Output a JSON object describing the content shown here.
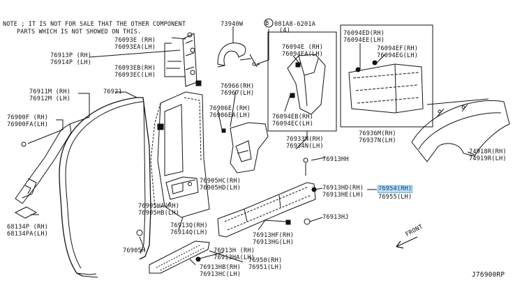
{
  "diagram": {
    "note_line1": "NOTE ; IT IS NOT FOR SALE THAT THE OTHER COMPONENT",
    "note_line2": "PARTS WHICH IS NOT SHOWED ON THIS.",
    "diagram_code": "J76900RP",
    "front_label": "FRONT",
    "bolt_symbol": "B",
    "labels": {
      "p73940W": "73940W",
      "p081A8": "081A8-6201A",
      "p081A8qty": "(4)",
      "p76093E": "76093E  (RH)",
      "p76093EA": "76093EA(LH)",
      "p76913P": "76913P (RH)",
      "p76914P": "76914P (LH)",
      "p76093EB": "76093EB(RH)",
      "p76093EC": "76093EC(LH)",
      "p76911M": "76911M (RH)",
      "p76912M": "76912M (LH)",
      "p76921": "76921",
      "p76900F": "76900F  (RH)",
      "p76900FA": "76900FA(LH)",
      "p76906E": "76906E  (RH)",
      "p76906EA": "76906EA(LH)",
      "p76966": "76966(RH)",
      "p76967": "76967(LH)",
      "p76094E": "76094E  (RH)",
      "p76094EA": "76094EA(LH)",
      "p76094EB": "76094EB(RH)",
      "p76094EC": "76094EC(LH)",
      "p76094ED": "76094ED(RH)",
      "p76094EE": "76094EE(LH)",
      "p76094EF": "76094EF(RH)",
      "p76094EG": "76094EG(LH)",
      "p76936M": "76936M(RH)",
      "p76937N": "76937N(LH)",
      "p76933N": "76933N(RH)",
      "p76934N": "76934N(LH)",
      "p76913HH": "76913HH",
      "p76905HC": "76905HC(RH)",
      "p76905HD": "76905HD(LH)",
      "p76913HD": "76913HD(RH)",
      "p76913HE": "76913HE(LH)",
      "p76954": "76954(RH)",
      "p76955": "76955(LH)",
      "p74918R": "74918R(RH)",
      "p74919R": "74919R(LH)",
      "p76905HA": "76905HA(RH)",
      "p76905HB": "76905HB(LH)",
      "p68134P": "68134P  (RH)",
      "p68134PA": "68134PA(LH)",
      "p76913Q": "76913Q(RH)",
      "p76914Q": "76914Q(LH)",
      "p76913HJ": "76913HJ",
      "p76913HF": "76913HF(RH)",
      "p76913HG": "76913HG(LH)",
      "p76905H": "76905H",
      "p76913H": "76913H  (RH)",
      "p76913HA": "76913HA(LH)",
      "p76950": "76950(RH)",
      "p76951": "76951(LH)",
      "p76913HB": "76913HB(RH)",
      "p76913HC": "76913HC(LH)"
    }
  }
}
